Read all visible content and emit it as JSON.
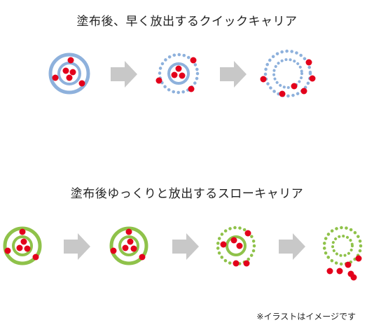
{
  "titles": {
    "quick": "塗布後、早く放出するクイックキャリア",
    "slow": "塗布後ゆっくりと放出するスローキャリア"
  },
  "note": "※イラストはイメージです",
  "colors": {
    "quick_carrier": "#8eb1dc",
    "slow_carrier": "#8fc24a",
    "particle": "#e3001b",
    "arrow": "#c8c8c8"
  }
}
